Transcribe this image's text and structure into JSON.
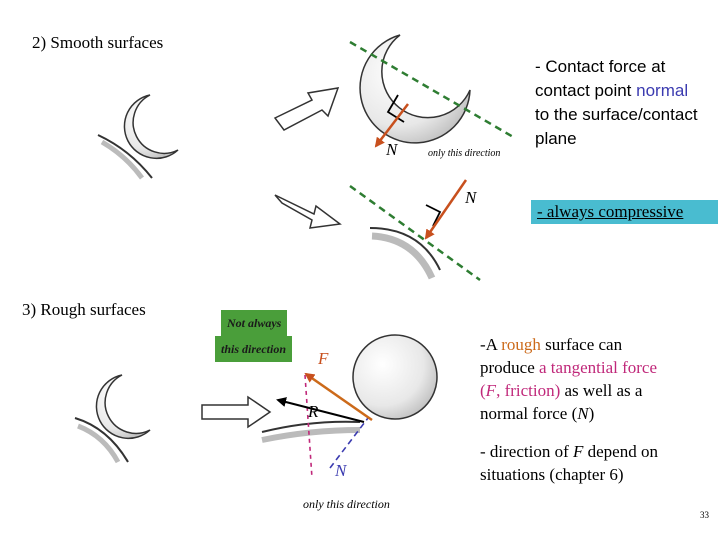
{
  "sections": {
    "smooth": "2) Smooth surfaces",
    "rough": "3) Rough surfaces"
  },
  "smooth_text": {
    "line1": "- Contact force at",
    "line2": "contact point",
    "normal_word": "normal",
    "line3": "to the surface/contact",
    "line4": "plane",
    "compressive": "- always compressive"
  },
  "rough_text": {
    "p1_a": "-A",
    "p1_rough": "rough",
    "p1_b": "surface can",
    "p1_c": "produce",
    "p1_tangential": "a tangential force",
    "p1_d": "(",
    "p1_F": "F",
    "p1_friction": ", friction)",
    "p1_e": "as well as a",
    "p1_f": "normal force (",
    "p1_N": "N",
    "p1_g": ")",
    "p2_line1": "- direction of",
    "p2_F": "F",
    "p2_line1b": "depend on",
    "p2_line2": "situations (chapter 6)"
  },
  "labels": {
    "N_top": "N",
    "N_mid": "N",
    "F": "F",
    "R": "R",
    "N_bottom": "N",
    "only_dir_top": "only this direction",
    "only_dir_bottom": "only this direction",
    "not_always": "Not always",
    "this_direction": "this direction"
  },
  "page_number": "33",
  "colors": {
    "force_orange": "#c8501e",
    "plane_green": "#2e7d32",
    "normal_blue": "#3b3bb0",
    "rough_orange": "#cc6a1a",
    "tangential_pink": "#c0287a",
    "compressive_bg": "#49bcd0",
    "not_always_bg": "#4a9e3a"
  }
}
